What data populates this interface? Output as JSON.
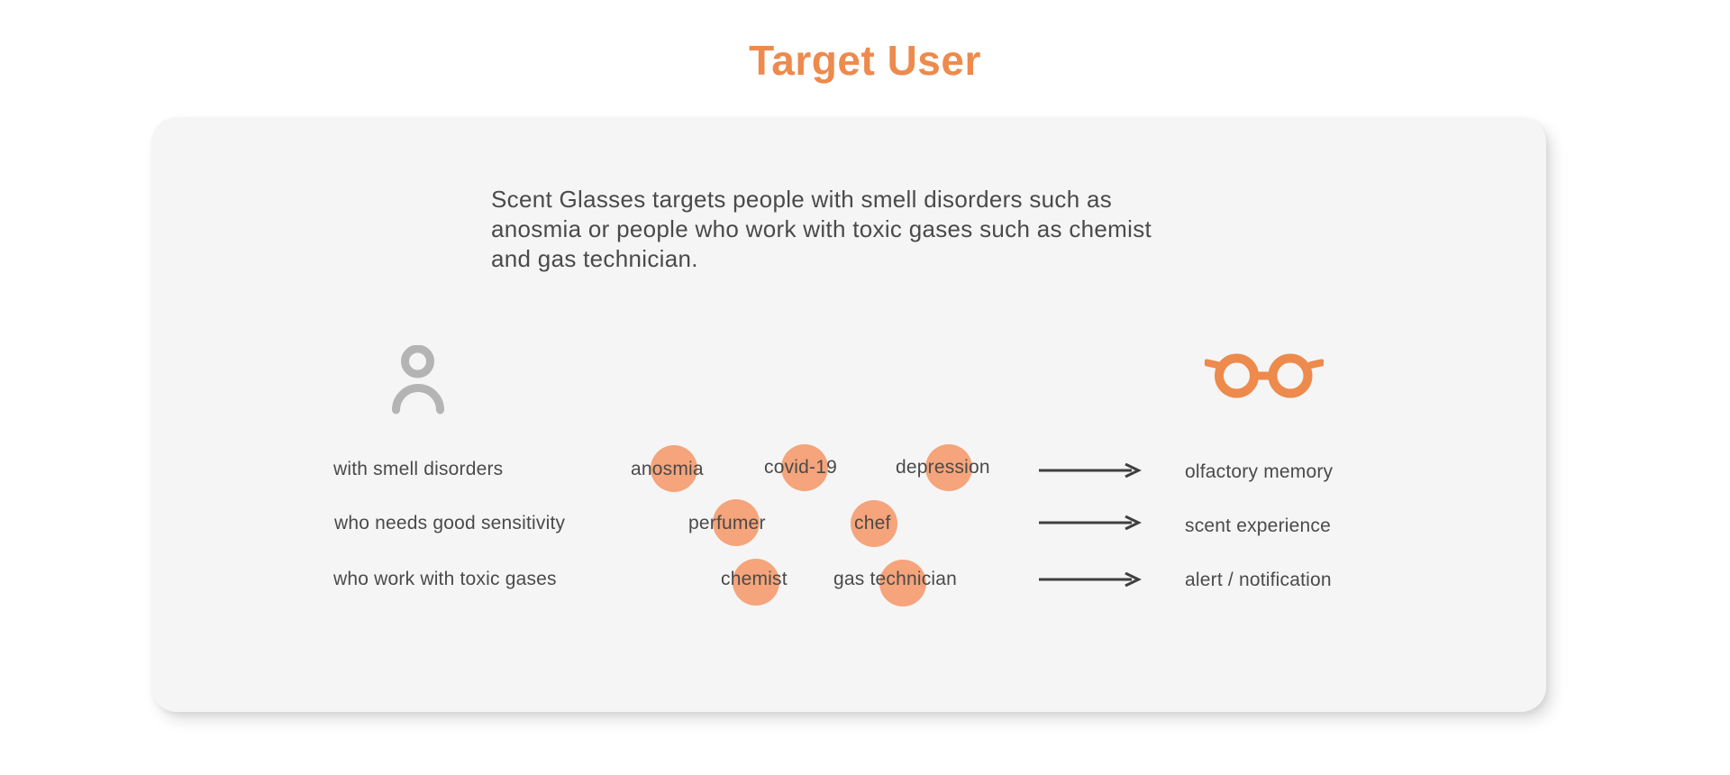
{
  "page": {
    "title": "Target User"
  },
  "colors": {
    "accent_orange": "#ED8A4C",
    "circle_orange": "#F5A47B",
    "text_dark": "#4A4A4A",
    "arrow_dark": "#3F3F3F",
    "person_gray": "#B4B4B4",
    "card_background": "#F5F5F5"
  },
  "icons": {
    "person": "person-icon",
    "glasses": "glasses-icon",
    "arrow": "arrow-right-icon"
  },
  "card": {
    "description_lines": [
      "Scent Glasses targets people with smell disorders such as",
      "anosmia or people who work with toxic gases such as chemist",
      "and gas technician."
    ],
    "rows": [
      {
        "label": "with smell disorders",
        "keywords": [
          "anosmia",
          "covid-19",
          "depression"
        ],
        "result": "olfactory memory"
      },
      {
        "label": "who needs good sensitivity",
        "keywords": [
          "perfumer",
          "chef"
        ],
        "result": "scent experience"
      },
      {
        "label": "who work with toxic gases",
        "keywords": [
          "chemist",
          "gas technician"
        ],
        "result": "alert / notification"
      }
    ]
  }
}
